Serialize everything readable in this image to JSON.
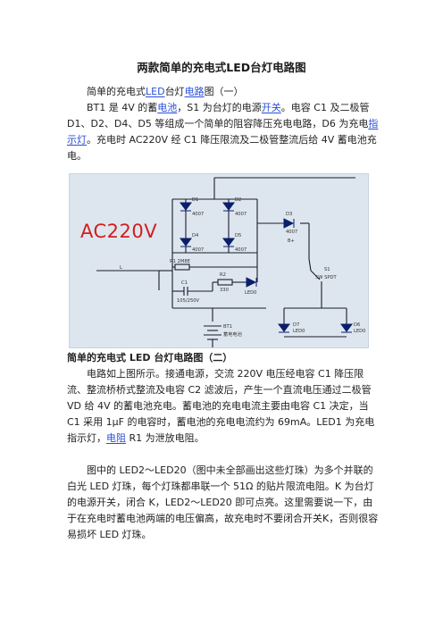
{
  "doc": {
    "title": "两款简单的充电式LED台灯电路图",
    "p1": {
      "a": "简单的充电式",
      "link1": "LED",
      "b": "台灯",
      "link2": "电路",
      "c": "图（一）"
    },
    "p2": {
      "a": "BT1 是 4V 的蓄",
      "link1": "电池",
      "b": "，S1 为台灯的电源",
      "link2": "开关",
      "c": "。电容 C1 及二极管 D1、D2、D4、D5 等组成一个简单的阻容降压充电电路，D6 为充电",
      "link3": "指示灯",
      "d": "。充电时 AC220V 经 C1 降压限流及二极管整流后给 4V 蓄电池充电。"
    },
    "caption2": "简单的充电式 LED 台灯电路图（二）",
    "p3": {
      "a": "电路如上图所示。接通电源，交流 220V 电压经电容 C1 降压限流、整流桥桥式整流及电容 C2 滤波后，产生一个直流电压通过二极管 VD 给 4V 的蓄电池充电。蓄电池的充电电流主要由电容 C1 决定，当 C1 采用 1μF 的电容时，蓄电池的充电电流约为 69mA。LED1 为充电指示灯，",
      "link1": "电阻",
      "b": " R1 为泄放电阻。"
    },
    "p4": "图中的 LED2～LED20（图中未全部画出这些灯珠）为多个并联的白光 LED 灯珠，每个灯珠都串联一个 51Ω 的贴片限流电阻。K 为台灯的电源开关，闭合 K，LED2～LED20 即可点亮。这里需要说一下，由于在充电时蓄电池两端的电压偏高，故充电时不要闭合开关K，否则很容易损坏 LED 灯珠。"
  },
  "circuit": {
    "ac_label": "AC220V",
    "labels": {
      "d1": "D1",
      "d1v": "4007",
      "d2": "D2",
      "d2v": "4007",
      "d4": "D4",
      "d4v": "4007",
      "d5": "D5",
      "d5v": "4007",
      "d3": "D3",
      "d3v": "4007",
      "bplus": "B+",
      "r1": "R1 2M8E",
      "c1": "C1",
      "c1v": "105/250V",
      "r2": "R2",
      "r2v": "330",
      "led_charge": "LED0",
      "s1": "S1",
      "s1v": "SW SPDT",
      "d7": "D7",
      "d7v": "LED0",
      "d6": "D6",
      "d6v": "LED0",
      "bt1": "BT1",
      "bt1v": "蓄电电池",
      "l": "L"
    },
    "colors": {
      "background": "#dde6ee",
      "wire": "#1a1a2e",
      "ac_text": "#d21e1e",
      "diode": "#0a1f6b"
    }
  }
}
